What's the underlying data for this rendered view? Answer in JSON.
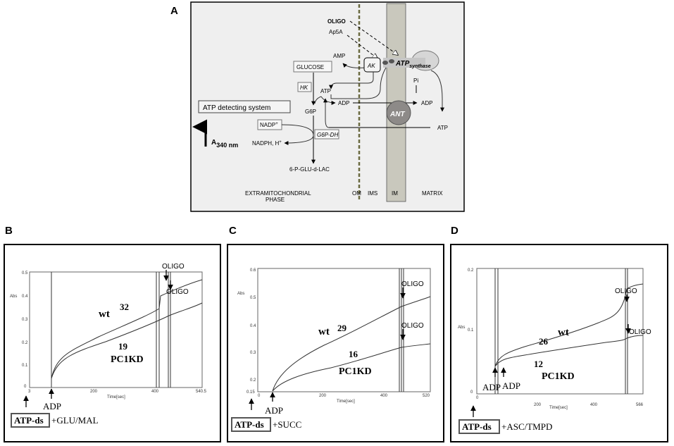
{
  "panel_a": {
    "letter": "A",
    "oligo": "OLIGO",
    "ap5a": "Ap5A",
    "amp": "AMP",
    "glucose": "GLUCOSE",
    "ak": "AK",
    "atp_synthase": "ATP",
    "atp_synthase_sub": "synthase",
    "hk": "HK",
    "atp_left": "ATP",
    "pi": "Pi",
    "adp_left": "ADP",
    "adp_right": "ADP",
    "g6p": "G6P",
    "ant": "ANT",
    "atp_detect": "ATP detecting system",
    "nadp": "NADP",
    "nadp_sup": "+",
    "g6pdh": "G6P-DH",
    "atp_matrix": "ATP",
    "a340": "A",
    "a340_sub": "340 nm",
    "nadph": "NADPH, H",
    "nadph_sup": "+",
    "product": "6-P-GLU-d-LAC",
    "phase": "EXTRAMITOCHONDRIAL",
    "phase2": "PHASE",
    "om": "OM",
    "ims": "IMS",
    "im": "IM",
    "matrix": "MATRIX"
  },
  "panel_b": {
    "letter": "B",
    "ylabel": "Abs",
    "yticks": [
      "0.5",
      "0.4",
      "0.3",
      "0.2",
      "0.1",
      "0"
    ],
    "xticks": [
      "3",
      "200",
      "400",
      "540.5"
    ],
    "xlabel": "Time[sec]",
    "oligo1": "OLIGO",
    "oligo2": "OLIGO",
    "wt": "wt",
    "wt_rate": "32",
    "kd": "PC1KD",
    "kd_rate": "19",
    "adp": "ADP",
    "atpds": "ATP-ds",
    "substrate": "+GLU/MAL"
  },
  "panel_c": {
    "letter": "C",
    "ylabel": "Abs",
    "yticks": [
      "0.6",
      "0.5",
      "0.4",
      "0.3",
      "0.2",
      "0.15"
    ],
    "xticks": [
      "0",
      "200",
      "400",
      "520"
    ],
    "xlabel": "Time[sec]",
    "oligo1": "OLIGO",
    "oligo2": "OLIGO",
    "wt": "wt",
    "wt_rate": "29",
    "kd": "PC1KD",
    "kd_rate": "16",
    "adp": "ADP",
    "atpds": "ATP-ds",
    "substrate": "+SUCC"
  },
  "panel_d": {
    "letter": "D",
    "ylabel": "Abs",
    "yticks": [
      "0.2",
      "0.1",
      "0"
    ],
    "xticks": [
      "0",
      "200",
      "400",
      "566"
    ],
    "xlabel": "Time[sec]",
    "oligo1": "OLIGO",
    "oligo2": "OLIGO",
    "wt": "wt",
    "wt_rate": "26",
    "kd": "PC1KD",
    "kd_rate": "12",
    "adp1": "ADP",
    "adp2": "ADP",
    "atpds": "ATP-ds",
    "substrate": "+ASC/TMPD"
  }
}
